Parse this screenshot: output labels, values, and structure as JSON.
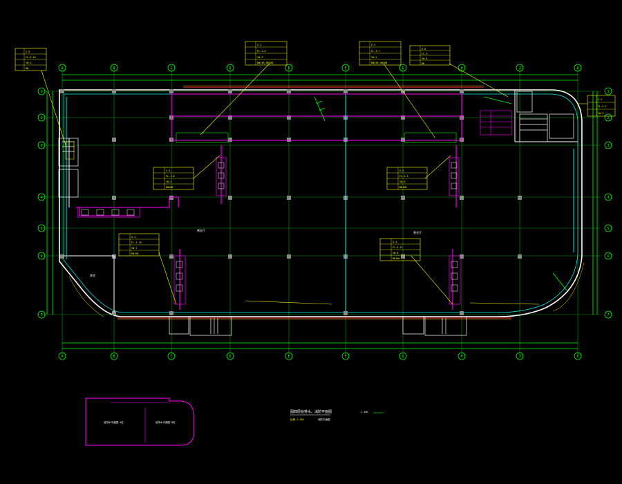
{
  "drawing": {
    "title": "图四层给排水、消防平面图",
    "subtitle": "1:100",
    "scale_note": "比例 1:100",
    "sheet_note": "消防平面图"
  },
  "axes": {
    "top": [
      "A",
      "B",
      "C",
      "D",
      "E",
      "F",
      "G",
      "H",
      "J",
      "K"
    ],
    "bottom": [
      "A",
      "B",
      "C",
      "D",
      "E",
      "F",
      "G",
      "H",
      "J",
      "K"
    ],
    "left": [
      "1",
      "2",
      "3",
      "4",
      "5",
      "6",
      "7"
    ],
    "right": [
      "1",
      "2",
      "3",
      "4",
      "5",
      "6",
      "7"
    ]
  },
  "callouts": [
    {
      "rows": [
        "S-5",
        "FL-3-12",
        "YW-1",
        "DN"
      ]
    },
    {
      "rows": [
        "S-2",
        "FL-2-6",
        "YW-3",
        "DN150 DN100"
      ]
    },
    {
      "rows": [
        "S-3",
        "FL-3-7",
        "YW-2",
        "DN150 DN100"
      ]
    },
    {
      "rows": [
        "S-6",
        "FL-3",
        "YW-4",
        "DN"
      ]
    },
    {
      "rows": [
        "S-4",
        "FL-3-8",
        "YW-5",
        "DN100"
      ]
    },
    {
      "rows": [
        "S-5",
        "FL-3-9",
        "YW-6",
        "DN100"
      ]
    },
    {
      "rows": [
        "S-3",
        "FL-3-10",
        "YW-7",
        "DN100"
      ]
    },
    {
      "rows": [
        "S-4",
        "FL-3-11",
        "YW-8",
        "DN100"
      ]
    },
    {
      "rows": [
        "S-2",
        "FL-2-7",
        "YW-9"
      ]
    }
  ],
  "rooms": {
    "hall_left": "营业厅",
    "hall_right": "营业厅",
    "corner": "库房"
  },
  "keyplan": {
    "left_label": "给排水平面图 A区",
    "right_label": "给排水平面图 B区"
  },
  "colors": {
    "background": "#000000",
    "grid": "#00ff00",
    "wall": "#ffffff",
    "pipe_fire": "#ff00ff",
    "pipe_water": "#00ffff",
    "annotation": "#ffff00",
    "column": "#808080",
    "drain": "#ff3030"
  }
}
